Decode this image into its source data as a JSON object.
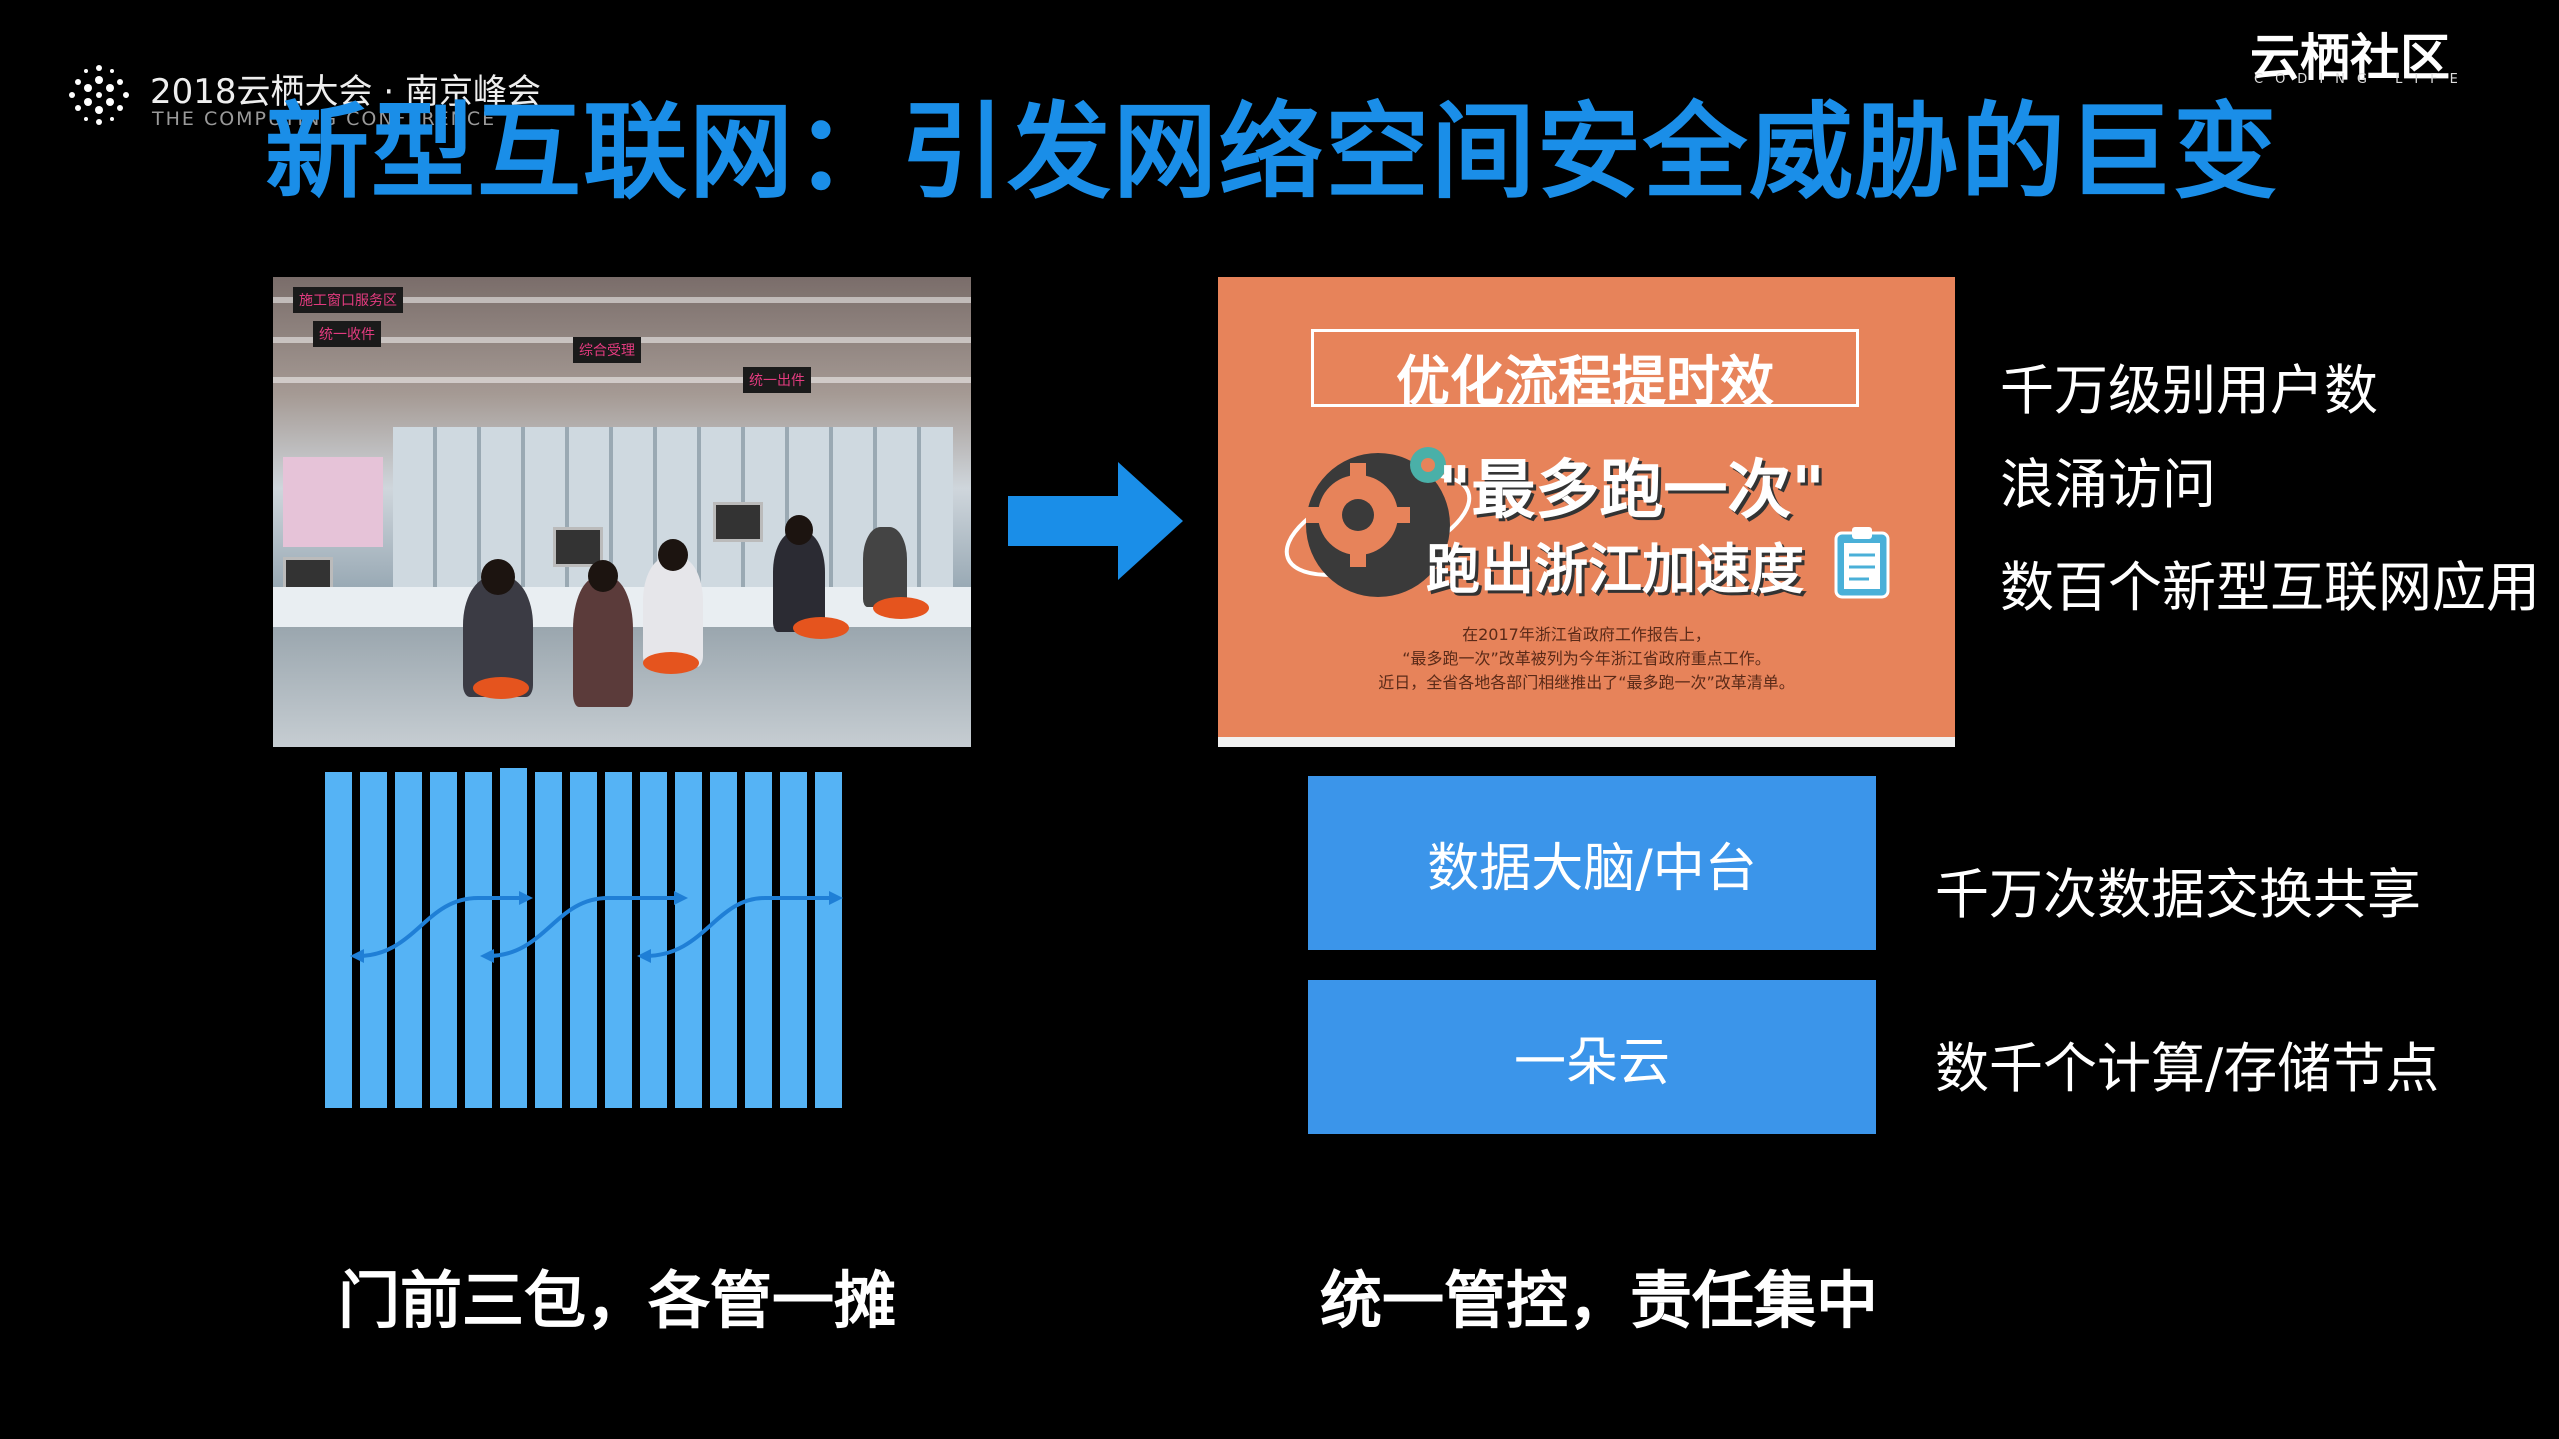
{
  "header": {
    "conference_title": "2018云栖大会 · 南京峰会",
    "conference_subtitle": "THE COMPUTING CONFERENCE",
    "brand": "云栖社区",
    "brand_sub": "CODING LIFE"
  },
  "slide": {
    "title": "新型互联网：引发网络空间安全威胁的巨变"
  },
  "left_panel": {
    "photo_signs": [
      "施工窗口服务区",
      "统一收件",
      "综合受理",
      "统一出件"
    ],
    "caption": "门前三包，各管一摊"
  },
  "poster": {
    "headline": "优化流程提时效",
    "slogan": "\"最多跑一次\"",
    "sub": "跑出浙江加速度",
    "lines": [
      "在2017年浙江省政府工作报告上，",
      "“最多跑一次”改革被列为今年浙江省政府重点工作。",
      "近日，全省各地各部门相继推出了“最多跑一次”改革清单。"
    ]
  },
  "right_panel": {
    "stats": [
      "千万级别用户数",
      "浪涌访问",
      "数百个新型互联网应用"
    ],
    "boxes": [
      {
        "label": "数据大脑/中台",
        "note": "千万次数据交换共享"
      },
      {
        "label": "一朵云",
        "note": "数千个计算/存储节点"
      }
    ],
    "caption": "统一管控，责任集中"
  },
  "colors": {
    "title_blue": "#1a8ee8",
    "bar_blue": "#55b3f5",
    "box_blue": "#3b95ea",
    "poster_orange": "#e7835a"
  }
}
